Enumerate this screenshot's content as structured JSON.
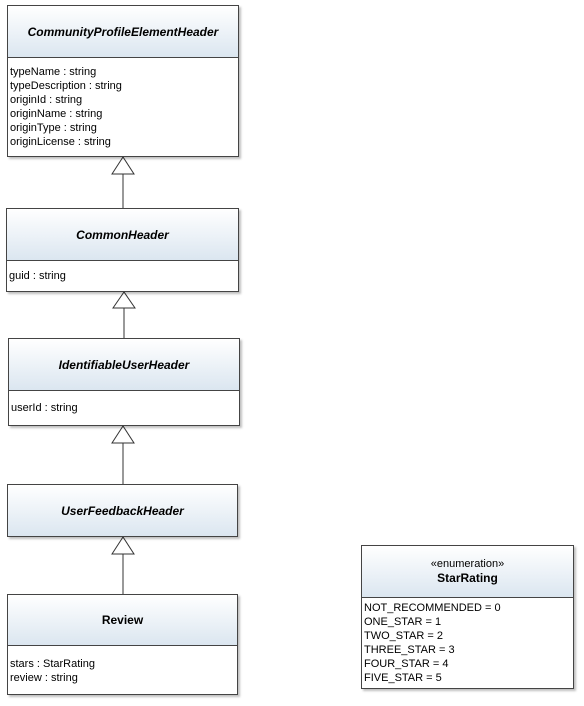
{
  "classes": {
    "community_profile": {
      "name": "CommunityProfileElementHeader",
      "attributes": [
        "typeName : string",
        "typeDescription : string",
        "originId : string",
        "originName : string",
        "originType : string",
        "originLicense : string"
      ]
    },
    "common_header": {
      "name": "CommonHeader",
      "attributes": [
        "guid : string"
      ]
    },
    "identifiable_user": {
      "name": "IdentifiableUserHeader",
      "attributes": [
        "userId : string"
      ]
    },
    "user_feedback": {
      "name": "UserFeedbackHeader",
      "attributes": []
    },
    "review": {
      "name": "Review",
      "attributes": [
        "stars : StarRating",
        "review : string"
      ]
    },
    "star_rating": {
      "stereotype": "«enumeration»",
      "name": "StarRating",
      "values": [
        "NOT_RECOMMENDED = 0",
        "ONE_STAR = 1",
        "TWO_STAR = 2",
        "THREE_STAR = 3",
        "FOUR_STAR = 4",
        "FIVE_STAR = 5"
      ]
    }
  },
  "colors": {
    "header_gradient_top": "#ffffff",
    "header_gradient_bottom": "#dbe6f0",
    "border": "#444444",
    "connector": "#333333"
  }
}
